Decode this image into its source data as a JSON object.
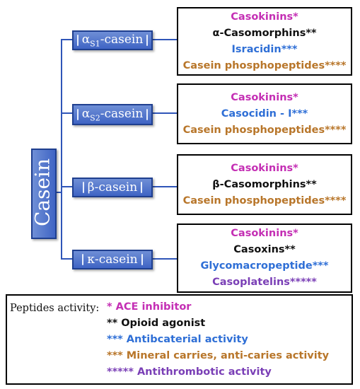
{
  "root": {
    "label": "Casein"
  },
  "branches": [
    {
      "chip_prefix": "α",
      "chip_sub": "S1",
      "chip_suffix": "-casein",
      "peptides": [
        {
          "text": "Casokinins*",
          "cls": "c-ace"
        },
        {
          "text": "α-Casomorphins**",
          "cls": "c-op"
        },
        {
          "text": "Isracidin***",
          "cls": "c-ab"
        },
        {
          "text": "Casein phosphopeptides****",
          "cls": "c-min"
        }
      ]
    },
    {
      "chip_prefix": "α",
      "chip_sub": "S2",
      "chip_suffix": "-casein",
      "peptides": [
        {
          "text": "Casokinins*",
          "cls": "c-ace"
        },
        {
          "text": "Casocidin - I***",
          "cls": "c-ab"
        },
        {
          "text": "Casein phosphopeptides****",
          "cls": "c-min"
        }
      ]
    },
    {
      "chip_prefix": "β-casein",
      "chip_sub": "",
      "chip_suffix": "",
      "peptides": [
        {
          "text": "Casokinins*",
          "cls": "c-ace"
        },
        {
          "text": "β-Casomorphins**",
          "cls": "c-op"
        },
        {
          "text": "Casein phosphopeptides****",
          "cls": "c-min"
        }
      ]
    },
    {
      "chip_prefix": "κ-casein",
      "chip_sub": "",
      "chip_suffix": "",
      "peptides": [
        {
          "text": "Casokinins*",
          "cls": "c-ace"
        },
        {
          "text": "Casoxins**",
          "cls": "c-op"
        },
        {
          "text": "Glycomacropeptide***",
          "cls": "c-ab"
        },
        {
          "text": "Casoplatelins*****",
          "cls": "c-at"
        }
      ]
    }
  ],
  "legend": {
    "title": "Peptides activity:",
    "items": [
      {
        "text": "* ACE inhibitor",
        "cls": "c-ace"
      },
      {
        "text": "** Opioid agonist",
        "cls": "c-op"
      },
      {
        "text": "*** Antibcaterial activity",
        "cls": "c-ab"
      },
      {
        "text": "*** Mineral carries, anti-caries activity",
        "cls": "c-min"
      },
      {
        "text": "***** Antithrombotic activity",
        "cls": "c-at"
      }
    ]
  },
  "colors": {
    "chip": "#3f64c4",
    "ace": "#c42fb4",
    "opioid": "#111111",
    "antibacterial": "#2f6fd6",
    "mineral": "#b8762a",
    "antithrombotic": "#7a3fb6"
  }
}
